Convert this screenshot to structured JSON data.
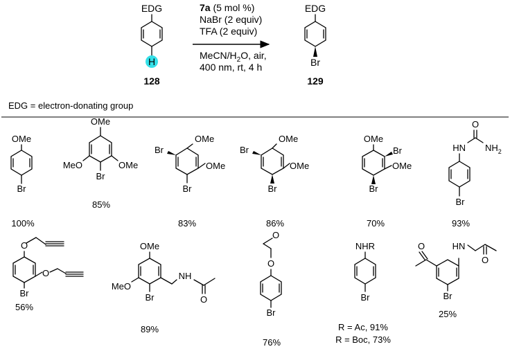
{
  "scheme": {
    "reactant": {
      "substituent": "EDG",
      "h_atom": "H",
      "number": "128"
    },
    "product": {
      "substituent": "EDG",
      "br_atom": "Br",
      "number": "129"
    },
    "conditions": {
      "catalyst_bold": "7a",
      "catalyst_rest": " (5 mol %)",
      "line2": "NaBr (2 equiv)",
      "line3": "TFA (2 equiv)",
      "line4_pre": "MeCN/H",
      "line4_sub": "2",
      "line4_post": "O, air,",
      "line5": "400 nm, rt, 4 h"
    },
    "highlight_color": "#35e0e8",
    "edg_definition": "EDG = electron-donating group"
  },
  "products": {
    "p1": {
      "ome": "OMe",
      "br": "Br",
      "yield": "100%"
    },
    "p2": {
      "ome_top": "OMe",
      "meo_left": "MeO",
      "ome_right": "OMe",
      "br": "Br",
      "yield": "85%"
    },
    "p3": {
      "br_left": "Br",
      "ome_top": "OMe",
      "ome_right": "OMe",
      "br_bottom": "Br",
      "yield": "83%"
    },
    "p4": {
      "br_left": "Br",
      "ome_top": "OMe",
      "ome_right": "OMe",
      "br_bottom": "Br",
      "yield": "86%"
    },
    "p5": {
      "ome_top": "OMe",
      "br_right": "Br",
      "ome_right": "OMe",
      "br_bottom": "Br",
      "yield": "70%"
    },
    "p6": {
      "o": "O",
      "hn": "HN",
      "nh2_n": "NH",
      "nh2_sub": "2",
      "br": "Br",
      "yield": "93%"
    },
    "p7": {
      "o_top": "O",
      "o_side": "O",
      "br": "Br",
      "yield": "56%"
    },
    "p8": {
      "ome_top": "OMe",
      "meo_left": "MeO",
      "br": "Br",
      "nh": "NH",
      "o": "O",
      "yield": "89%"
    },
    "p9": {
      "o_keto": "O",
      "o_ether": "O",
      "br": "Br",
      "yield": "76%"
    },
    "p10": {
      "nhr": "NHR",
      "br": "Br",
      "yield_line1": "R = Ac, 91%",
      "yield_line2": "R = Boc, 73%"
    },
    "p11": {
      "o_acetyl": "O",
      "hn": "HN",
      "o_keto": "O",
      "br": "Br",
      "yield": "25%"
    }
  }
}
